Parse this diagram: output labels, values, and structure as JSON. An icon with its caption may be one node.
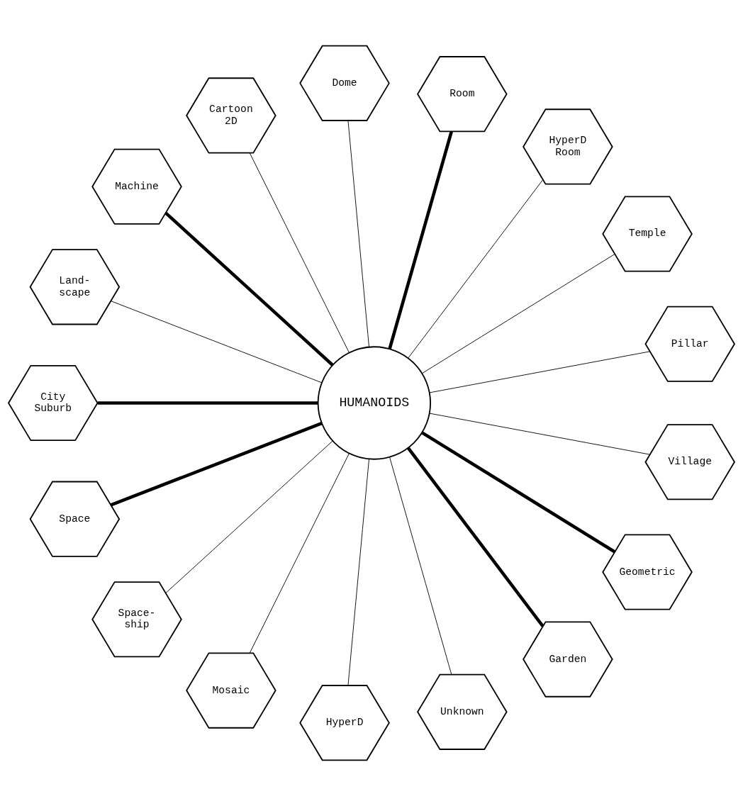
{
  "diagram": {
    "nodes": [
      {
        "text": [
          "HUMANOIDS"
        ]
      },
      {
        "text": [
          "Pillar"
        ]
      },
      {
        "text": [
          "Temple"
        ]
      },
      {
        "text": [
          "HyperD Room"
        ]
      },
      {
        "text": [
          "Room"
        ]
      },
      {
        "text": [
          "Dome"
        ]
      },
      {
        "text": [
          "Cartoon 2D"
        ]
      },
      {
        "text": [
          "Machine"
        ]
      },
      {
        "text": [
          "Land- scape"
        ]
      },
      {
        "text": [
          "City Suburb"
        ]
      },
      {
        "text": [
          "Space"
        ]
      },
      {
        "text": [
          "Space- ship"
        ]
      },
      {
        "text": [
          "Mosaic"
        ]
      },
      {
        "text": [
          "HyperD"
        ]
      },
      {
        "text": [
          "Unknown"
        ]
      },
      {
        "text": [
          "Garden"
        ]
      },
      {
        "text": [
          "Geometric"
        ]
      },
      {
        "text": [
          "Village"
        ]
      }
    ],
    "edges": [
      {
        "from": 0,
        "to": 1,
        "arrow": "none"
      },
      {
        "from": 0,
        "to": 2,
        "arrow": "none"
      },
      {
        "from": 0,
        "to": 3,
        "arrow": "none"
      },
      {
        "from": 0,
        "to": 4,
        "arrow": "none",
        "style": "thick"
      },
      {
        "from": 0,
        "to": 5,
        "arrow": "none"
      },
      {
        "from": 0,
        "to": 6,
        "arrow": "none"
      },
      {
        "from": 0,
        "to": 7,
        "arrow": "none",
        "style": "thick"
      },
      {
        "from": 0,
        "to": 8,
        "arrow": "none"
      },
      {
        "from": 0,
        "to": 9,
        "arrow": "none",
        "style": "thick"
      },
      {
        "from": 0,
        "to": 10,
        "arrow": "none",
        "style": "thick"
      },
      {
        "from": 0,
        "to": 11,
        "arrow": "none"
      },
      {
        "from": 0,
        "to": 12,
        "arrow": "none"
      },
      {
        "from": 0,
        "to": 13,
        "arrow": "none"
      },
      {
        "from": 0,
        "to": 14,
        "arrow": "none"
      },
      {
        "from": 0,
        "to": 15,
        "arrow": "none",
        "style": "thick"
      },
      {
        "from": 0,
        "to": 16,
        "arrow": "none",
        "style": "thick"
      },
      {
        "from": 0,
        "to": 17,
        "arrow": "none"
      }
    ]
  }
}
